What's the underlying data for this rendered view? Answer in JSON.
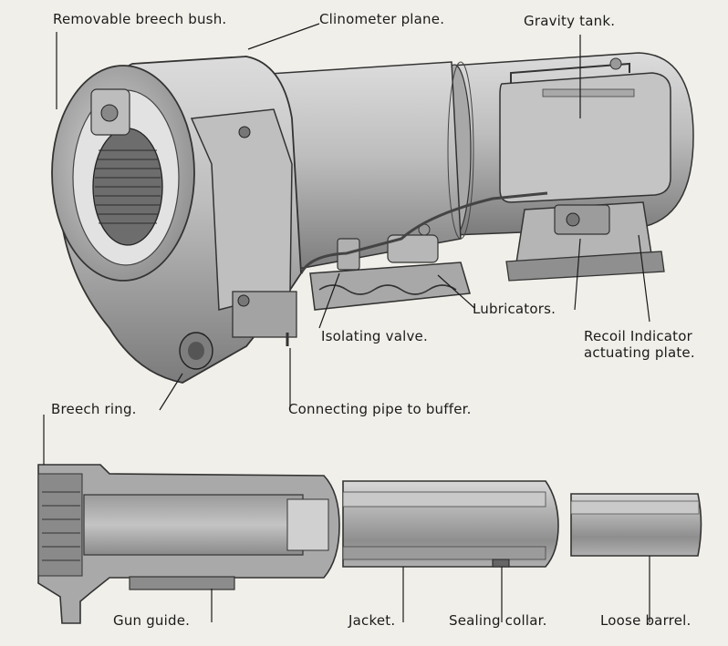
{
  "labels": {
    "removable_breech_bush": "Removable breech bush.",
    "clinometer_plane": "Clinometer plane.",
    "gravity_tank": "Gravity tank.",
    "lubricators": "Lubricators.",
    "isolating_valve": "Isolating valve.",
    "recoil_indicator_1": "Recoil Indicator",
    "recoil_indicator_2": "actuating plate.",
    "breech_ring": "Breech ring.",
    "connecting_pipe": "Connecting pipe to buffer.",
    "gun_guide": "Gun guide.",
    "jacket": "Jacket.",
    "sealing_collar": "Sealing collar.",
    "loose_barrel": "Loose barrel."
  },
  "colors": {
    "paper": "#f1efe9",
    "ink": "#1b1b1b",
    "metal_light": "#c9c9c9",
    "metal_mid": "#9e9e9e",
    "metal_dark": "#5e5e5e"
  }
}
